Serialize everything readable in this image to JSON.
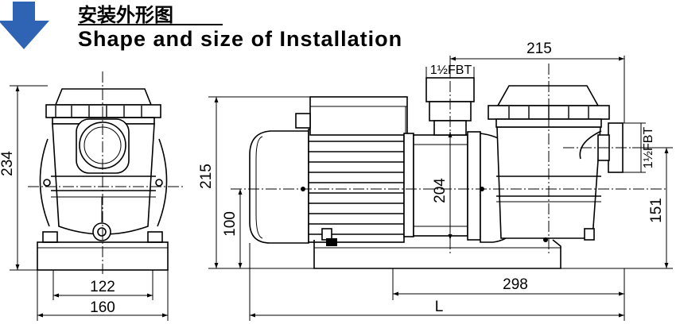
{
  "header": {
    "title_cn": "安装外形图",
    "title_en": "Shape and size of Installation",
    "arrow_icon": "down-arrow-icon",
    "arrow_color": "#2f63b4"
  },
  "dimensions": {
    "height_total": "234",
    "base_inner_width": "122",
    "base_outer_width": "160",
    "side_height": "215",
    "shaft_height": "100",
    "motor_flange": "204",
    "top_length": "215",
    "inlet_label_top": "1½FBT",
    "inlet_label_side": "1½FBT",
    "outlet_height": "151",
    "base_length": "298",
    "overall_length": "L"
  }
}
